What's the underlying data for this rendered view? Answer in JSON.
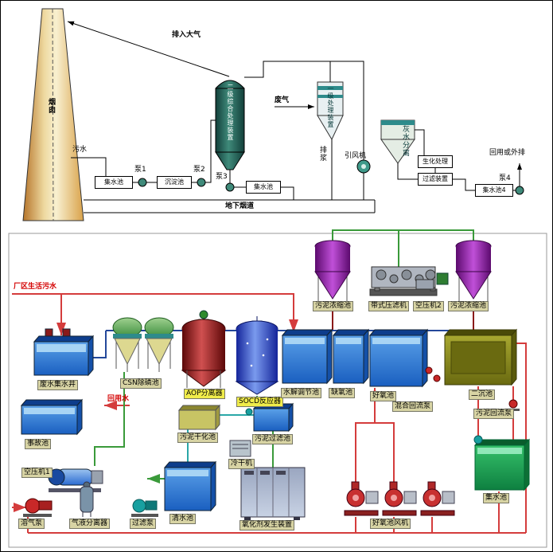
{
  "top": {
    "labels": {
      "atmosphere": "排入大气",
      "chimney": "烟囱",
      "sewage": "污水",
      "pump1": "泵1",
      "pump2": "泵2",
      "pump3": "泵3",
      "pump4": "泵4",
      "sump1": "集水池",
      "settling": "沉淀池",
      "sump2": "集水池",
      "scrubber": "二级综合处理装置",
      "waste_gas": "废气",
      "cyclone": "一级处理装置",
      "slurry": "排浆",
      "fan": "引风机",
      "ash_water": "灰水分离",
      "bio": "生化处理",
      "filter": "过滤装置",
      "sump4": "集水池4",
      "reuse": "回用或外排",
      "underground": "地下烟道"
    }
  },
  "bottom": {
    "labels": {
      "plant_sewage": "厂区生活污水",
      "reuse_water": "回用水",
      "collect_well": "废水集水井",
      "accident": "事故池",
      "csn": "CSN除磷池",
      "aop": "AOP分离器",
      "socd": "SOCD反应器",
      "hydrolysis": "水解调节池",
      "anoxic": "缺氧池",
      "aerobic": "好氧池",
      "mix_pump": "混合回流泵",
      "secondary": "二沉池",
      "sludge_return": "污泥回流泵",
      "thickener_left": "污泥浓缩池",
      "belt_press": "带式压滤机",
      "air_comp2": "空压机2",
      "thickener_right": "污泥浓缩池",
      "sludge_dry": "污泥干化池",
      "sludge_filter": "污泥过滤池",
      "air_comp1": "空压机1",
      "cold_dryer": "冷干机",
      "dissolved_pump": "溶气泵",
      "gas_liquid": "气液分离器",
      "filter_pump": "过滤泵",
      "clean_pool": "清水池",
      "oxidant": "氧化剂发生装置",
      "aerobic_fan": "好氧池风机",
      "collect_pool": "集水池"
    }
  },
  "colors": {
    "chimney": "#eed9a0",
    "scrubber_teal": "#2e7d6e",
    "thickener_purple": "#8e24aa",
    "tank_blue": "#2979ff",
    "clarifier_olive": "#8a8a20",
    "pipe_red": "#d43c3c",
    "pipe_green": "#3a9a3a",
    "pipe_teal": "#2aa7a7",
    "pipe_navy": "#24489a",
    "label_chip": "#d8d4a4"
  }
}
